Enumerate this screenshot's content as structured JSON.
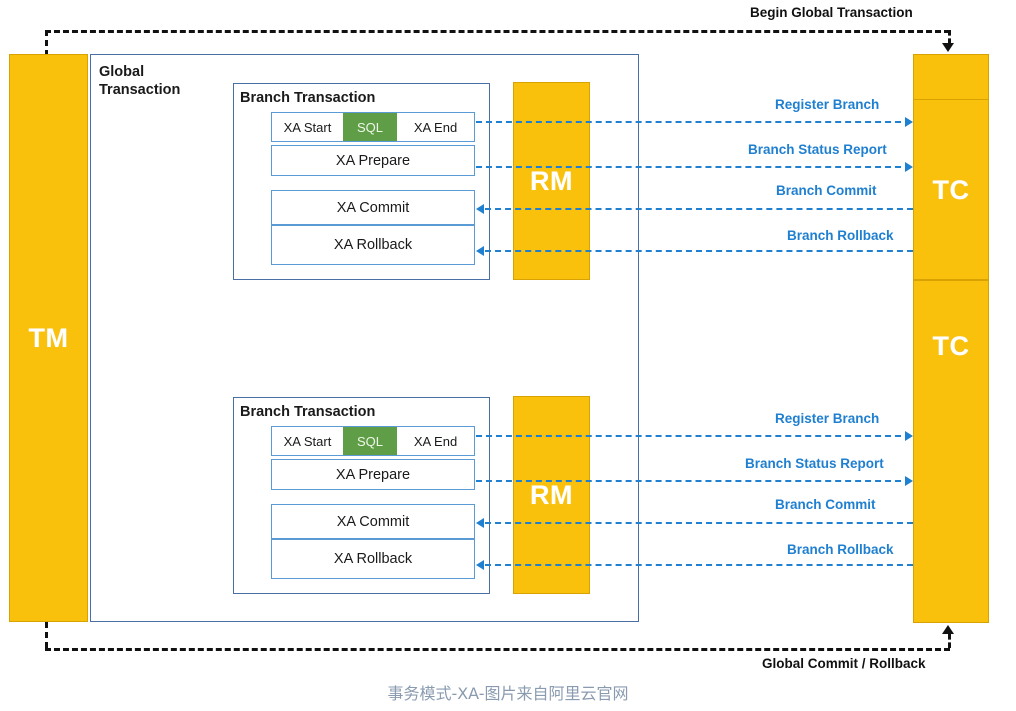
{
  "caption": "事务模式-XA-图片来自阿里云官网",
  "colors": {
    "participant_fill": "#f9c00c",
    "participant_border": "#d8a200",
    "frame_border": "#4a6fa5",
    "step_border": "#5b9bd5",
    "sql_fill": "#5f9e47",
    "blue_flow": "#1f7fd0",
    "black_flow": "#111111",
    "caption_text": "#8a9bb0"
  },
  "participants": {
    "tm": {
      "label": "TM"
    },
    "rm_top": {
      "label": "RM"
    },
    "rm_bottom": {
      "label": "RM"
    },
    "tc_top": {
      "label": "TC"
    },
    "tc_bottom": {
      "label": "TC"
    }
  },
  "global_transaction": {
    "title_line1": "Global",
    "title_line2": "Transaction"
  },
  "branches": [
    {
      "title": "Branch Transaction",
      "steps": {
        "xa_start": "XA Start",
        "sql": "SQL",
        "xa_end": "XA End",
        "xa_prepare": "XA Prepare",
        "xa_commit": "XA Commit",
        "xa_rollback": "XA Rollback"
      },
      "messages": [
        {
          "label": "Register Branch",
          "direction": "rm-to-tc"
        },
        {
          "label": "Branch Status Report",
          "direction": "rm-to-tc"
        },
        {
          "label": "Branch Commit",
          "direction": "tc-to-rm"
        },
        {
          "label": "Branch Rollback",
          "direction": "tc-to-rm"
        }
      ]
    },
    {
      "title": "Branch Transaction",
      "steps": {
        "xa_start": "XA Start",
        "sql": "SQL",
        "xa_end": "XA End",
        "xa_prepare": "XA Prepare",
        "xa_commit": "XA Commit",
        "xa_rollback": "XA Rollback"
      },
      "messages": [
        {
          "label": "Register Branch",
          "direction": "rm-to-tc"
        },
        {
          "label": "Branch Status Report",
          "direction": "rm-to-tc"
        },
        {
          "label": "Branch Commit",
          "direction": "tc-to-rm"
        },
        {
          "label": "Branch Rollback",
          "direction": "tc-to-rm"
        }
      ]
    }
  ],
  "global_flows": {
    "begin": {
      "label": "Begin Global Transaction",
      "direction": "tm-to-tc"
    },
    "finish": {
      "label": "Global Commit / Rollback",
      "direction": "tc-to-tm"
    }
  }
}
